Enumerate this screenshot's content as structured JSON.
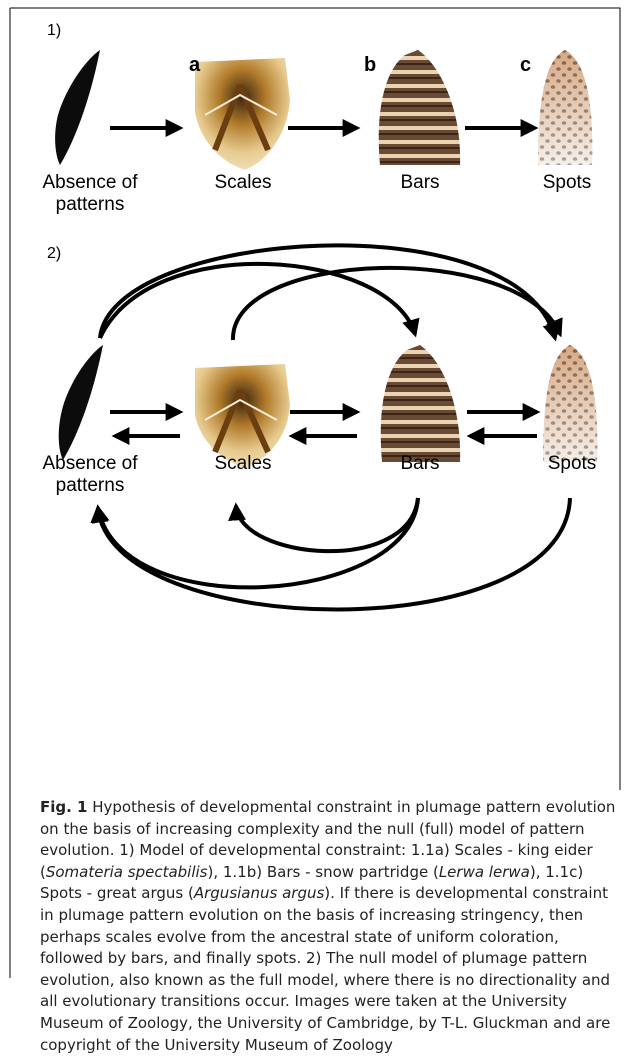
{
  "panel1": {
    "number": "1)",
    "letters": [
      "a",
      "b",
      "c"
    ],
    "labels": {
      "absence_1": "Absence of",
      "absence_2": "patterns",
      "scales": "Scales",
      "bars": "Bars",
      "spots": "Spots"
    }
  },
  "panel2": {
    "number": "2)",
    "labels": {
      "absence_1": "Absence of",
      "absence_2": "patterns",
      "scales": "Scales",
      "bars": "Bars",
      "spots": "Spots"
    }
  },
  "caption": {
    "fig_label": "Fig. 1",
    "t1": " Hypothesis of developmental constraint in plumage pattern evolution on the basis of increasing complexity and the null (full) model of pattern evolution. 1) Model of developmental constraint: 1.1a) Scales - king eider (",
    "sp1": "Somateria spectabilis",
    "t2": "), 1.1b) Bars - snow partridge (",
    "sp2": "Lerwa lerwa",
    "t3": "), 1.1c) Spots - great argus (",
    "sp3": "Argusianus argus",
    "t4": "). If there is developmental constraint in plumage pattern evolution on the basis of increasing stringency, then perhaps scales evolve from the ancestral state of uniform coloration, followed by bars, and finally spots. 2) The null model of plumage pattern evolution, also known as the full model, where there is no directionality and all evolutionary transitions occur. Images were taken at the University Museum of Zoology, the University of Cambridge, by T-L. Gluckman and are copyright of the University Museum of Zoology"
  }
}
